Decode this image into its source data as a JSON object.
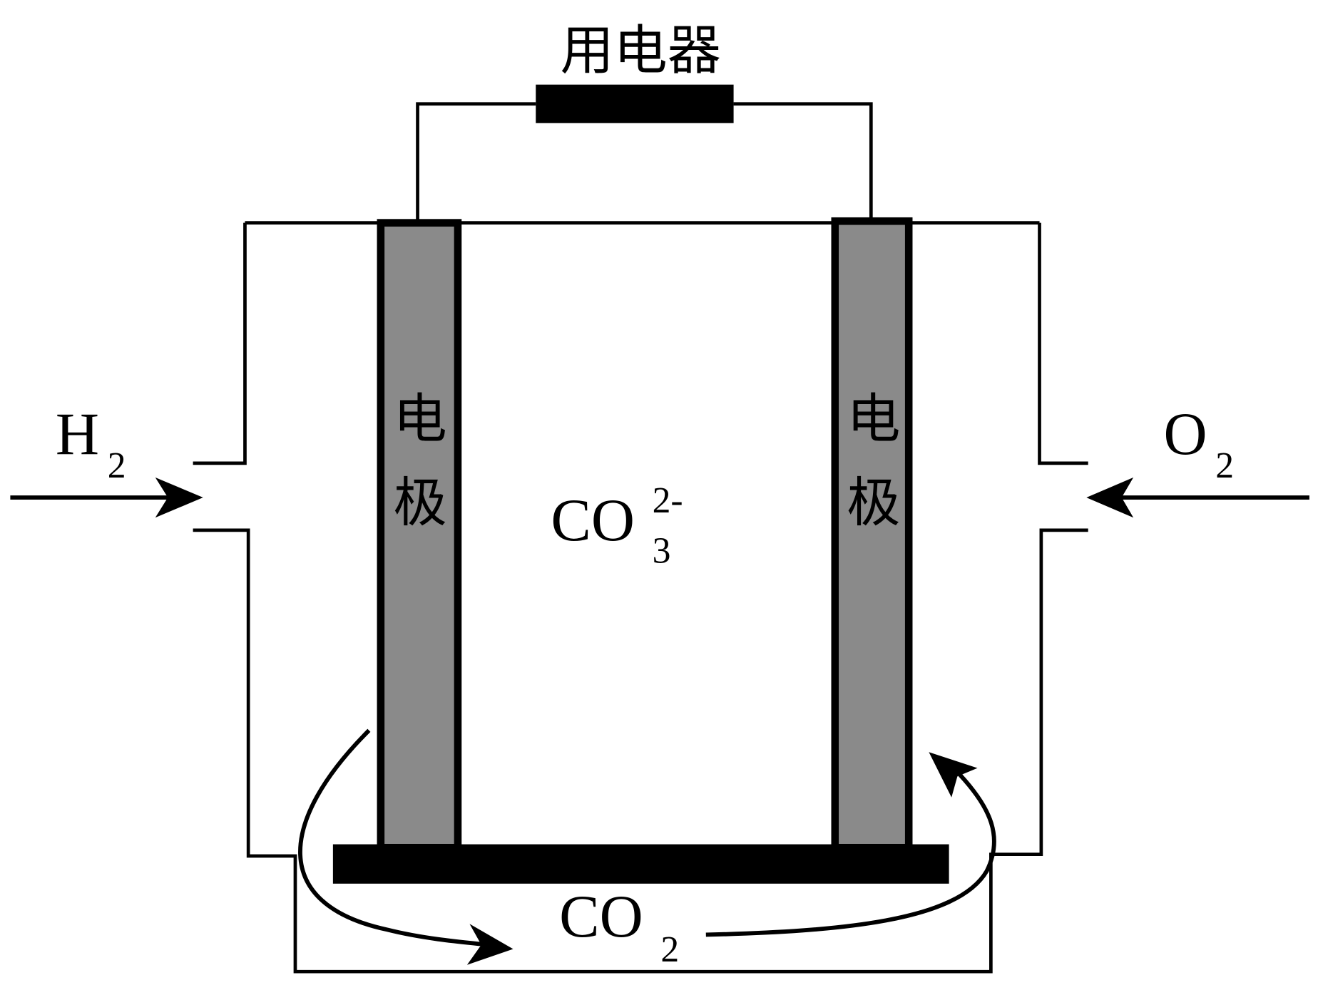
{
  "title": "用电器",
  "labels": {
    "left_gas": "H",
    "left_gas_sub": "2",
    "right_gas": "O",
    "right_gas_sub": "2",
    "left_electrode_1": "电",
    "left_electrode_2": "极",
    "right_electrode_1": "电",
    "right_electrode_2": "极",
    "electrolyte_base": "CO",
    "electrolyte_sub": "3",
    "electrolyte_sup": "2-",
    "recycle_base": "CO",
    "recycle_sub": "2"
  },
  "colors": {
    "electrode_fill": "#8a8a8a",
    "line": "#000000",
    "background": "#ffffff"
  }
}
